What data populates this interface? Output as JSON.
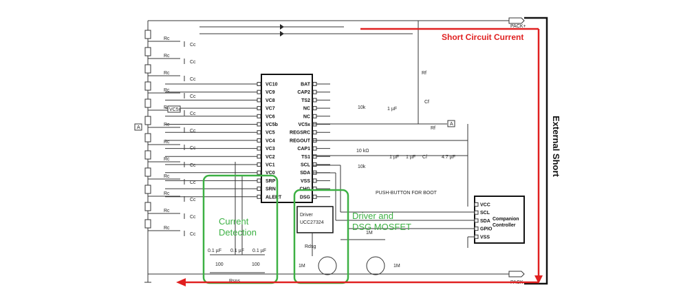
{
  "labels": {
    "pack_plus": "PACK+",
    "pack_minus": "PACK-",
    "short_circuit": "Short Circuit Current",
    "external_short": "External Short",
    "current_detection_1": "Current",
    "current_detection_2": "Detection",
    "driver_mosfet_1": "Driver and",
    "driver_mosfet_2": "DSG MOSFET",
    "pushbutton": "PUSH-BUTTON FOR BOOT",
    "companion": "Companion",
    "controller": "Controller",
    "driver_label": "Driver",
    "driver_part": "UCC27324",
    "rdsg": "Rdsg",
    "rsns": "Rsns",
    "r1m": "1M",
    "r100": "100",
    "c01uf": "0.1 µF",
    "r10k": "10k",
    "r10kohm": "10 kΩ",
    "c1uf": "1 µF",
    "c47uf": "4.7 µF",
    "rf": "Rf",
    "cf": "Cf",
    "rc": "Rc",
    "cc": "Cc",
    "vc5x_box": "VC5x",
    "a_box": "A"
  },
  "ic_left_pins": [
    "VC10",
    "VC9",
    "VC8",
    "VC7",
    "VC6",
    "VC5b",
    "VC5",
    "VC4",
    "VC3",
    "VC2",
    "VC1",
    "VC0",
    "SRP",
    "SRN",
    "ALERT"
  ],
  "ic_right_pins": [
    "BAT",
    "CAP2",
    "TS2",
    "NC",
    "NC",
    "VC5x",
    "REGSRC",
    "REGOUT",
    "CAP1",
    "TS1",
    "SCL",
    "SDA",
    "VSS",
    "CHG",
    "DSG"
  ],
  "companion_pins": [
    "VCC",
    "SCL",
    "SDA",
    "GPIO",
    "VSS"
  ],
  "colors": {
    "red": "#e02020",
    "green": "#3cb043",
    "wire": "#333333"
  }
}
